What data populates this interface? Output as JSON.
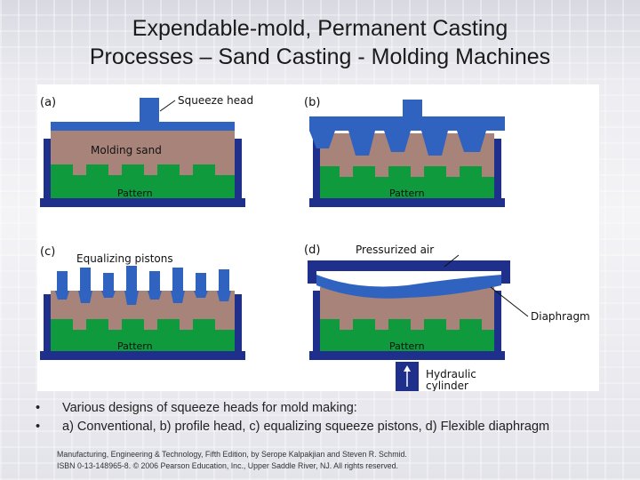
{
  "slide": {
    "title_line1": "Expendable-mold, Permanent Casting",
    "title_line2": "Processes – Sand Casting - Molding Machines"
  },
  "figure": {
    "panel_a": {
      "letter": "(a)",
      "label_head": "Squeeze   head",
      "label_sand": "Molding   sand",
      "label_pattern": "Pattern"
    },
    "panel_b": {
      "letter": "(b)",
      "label_pattern": "Pattern"
    },
    "panel_c": {
      "letter": "(c)",
      "label_pistons": "Equalizing   pistons",
      "label_pattern": "Pattern"
    },
    "panel_d": {
      "letter": "(d)",
      "label_air": "Pressurized   air",
      "label_diaphragm": "Diaphragm",
      "label_cyl1": "Hydraulic",
      "label_cyl2": "cylinder",
      "label_pattern": "Pattern"
    },
    "colors": {
      "steel": "#1f2f8c",
      "steel_light": "#2f63bf",
      "sand": "#a8837a",
      "pattern": "#0f9a3e"
    }
  },
  "bullets": [
    "Various designs of squeeze heads for mold making:",
    "a) Conventional, b) profile head, c) equalizing squeeze pistons, d) Flexible diaphragm"
  ],
  "credit": {
    "line1": "Manufacturing, Engineering & Technology, Fifth Edition, by Serope Kalpakjian and Steven R. Schmid.",
    "line2": "ISBN 0-13-148965-8. © 2006 Pearson Education, Inc., Upper Saddle River, NJ.  All rights reserved."
  }
}
